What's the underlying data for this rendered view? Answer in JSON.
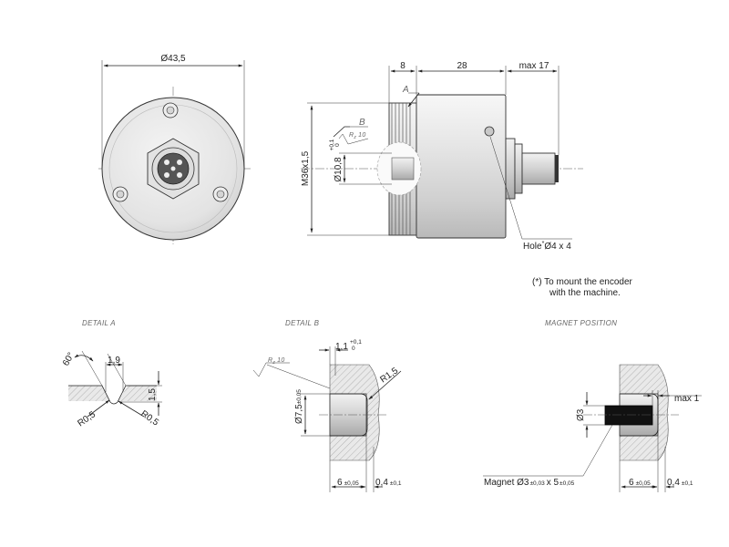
{
  "front_view": {
    "diameter": "Ø43,5"
  },
  "side_view": {
    "dim_8": "8",
    "dim_28": "28",
    "dim_max17": "max 17",
    "label_a": "A",
    "label_b": "B",
    "roughness": "R",
    "roughness_sub": "z",
    "roughness_val": "10",
    "thread": "M36x1,5",
    "bore_diameter": "Ø10,8",
    "bore_tol_upper": "+0,1",
    "bore_tol_lower": "0",
    "hole_label": "Hole",
    "hole_star": "*",
    "hole_size": "Ø4 x 4"
  },
  "mount_note": {
    "line1": "(*) To mount the encoder",
    "line2": "with the machine."
  },
  "detail_a": {
    "title": "DETAIL A",
    "angle": "60°",
    "width": "1,9",
    "height": "1,5",
    "radius_left": "R0,5",
    "radius_right": "R0,5"
  },
  "detail_b": {
    "title": "DETAIL B",
    "depth": "1,1",
    "depth_tol_upper": "+0,1",
    "depth_tol_lower": "0",
    "roughness": "R",
    "roughness_sub": "z",
    "roughness_val": "10",
    "radius": "R1,5",
    "diameter": "Ø7,5",
    "diameter_tol": "±0,05",
    "len_6": "6",
    "len_6_tol": "±0,05",
    "len_04": "0,4",
    "len_04_tol": "±0,1"
  },
  "magnet_position": {
    "title": "MAGNET POSITION",
    "max1": "max 1",
    "diameter": "Ø3",
    "magnet_label": "Magnet Ø3",
    "magnet_tol1": "±0,03",
    "magnet_x": "x 5",
    "magnet_tol2": "±0,05",
    "len_6": "6",
    "len_6_tol": "±0,05",
    "len_04": "0,4",
    "len_04_tol": "±0,1"
  }
}
